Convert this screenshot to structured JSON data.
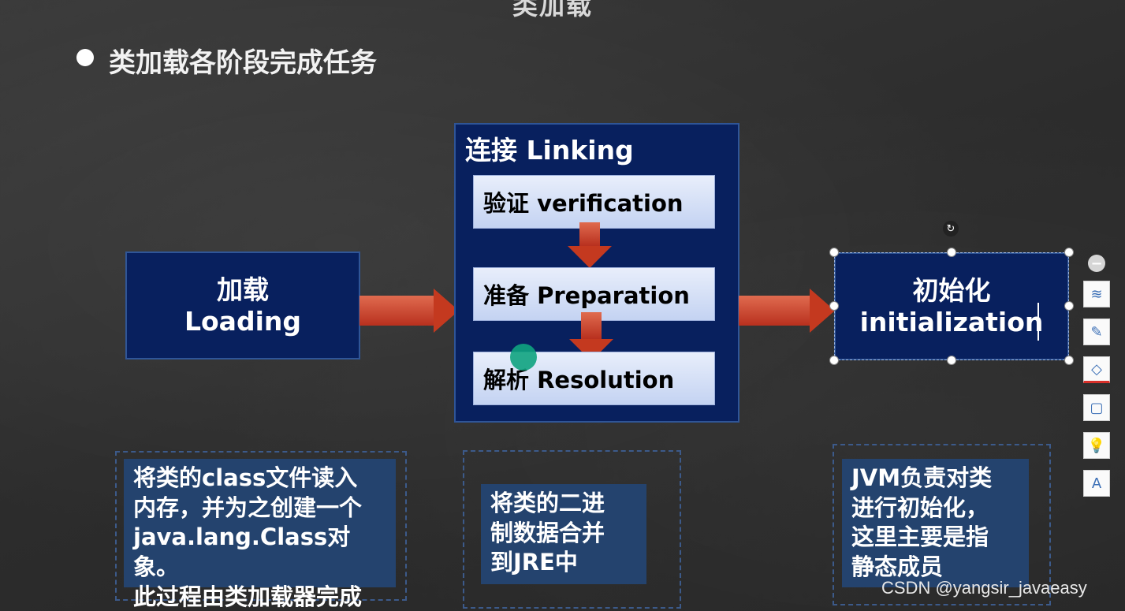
{
  "slide": {
    "top_title": "类加载",
    "heading": "类加载各阶段完成任务"
  },
  "loading": {
    "line1": "加载",
    "line2": "Loading"
  },
  "linking": {
    "title": "连接 Linking",
    "steps": [
      {
        "label": "验证 verification"
      },
      {
        "label": "准备 Preparation"
      },
      {
        "label": "解析 Resolution"
      }
    ]
  },
  "initialization": {
    "line1": "初始化",
    "line2": "initialization"
  },
  "notes": {
    "loading": [
      "将类的class文件读入",
      "内存，并为之创建一个",
      "java.lang.Class对象。",
      "此过程由类加载器完成"
    ],
    "linking": [
      "将类的二进",
      "制数据合并",
      "到JRE中"
    ],
    "init": [
      "JVM负责对类",
      "进行初始化，",
      "这里主要是指",
      "静态成员"
    ]
  },
  "toolbar": {
    "collapse_icon": "−",
    "items": [
      {
        "icon": "layers-icon",
        "glyph": "≋"
      },
      {
        "icon": "brush-icon",
        "glyph": "✎"
      },
      {
        "icon": "fill-icon",
        "glyph": "◇"
      },
      {
        "icon": "frame-icon",
        "glyph": "▢"
      },
      {
        "icon": "lightbulb-icon",
        "glyph": "💡"
      },
      {
        "icon": "text-format-icon",
        "glyph": "A"
      }
    ]
  },
  "watermark": "CSDN @yangsir_javaeasy",
  "colors": {
    "box_fill": "#08205e",
    "arrow": "#c4391f",
    "note_fill": "#24436e"
  }
}
